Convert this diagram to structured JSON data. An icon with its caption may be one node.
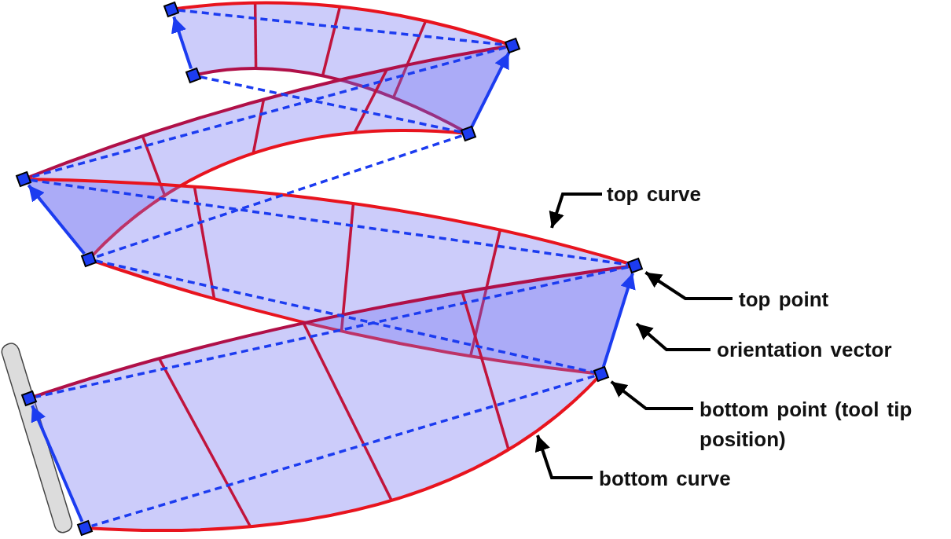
{
  "diagram": {
    "nodes": [
      {
        "text": [
          "top curve"
        ]
      },
      {
        "text": [
          "top point"
        ]
      },
      {
        "text": [
          "orientation vector"
        ]
      },
      {
        "text": [
          "bottom point (tool tip position)"
        ]
      },
      {
        "text": [
          "bottom curve"
        ]
      },
      {
        "text": [],
        "shape": "box"
      },
      {
        "text": [],
        "shape": "box"
      },
      {
        "text": [],
        "shape": "box"
      },
      {
        "text": [],
        "shape": "box"
      },
      {
        "text": [],
        "shape": "box"
      },
      {
        "text": [],
        "shape": "box"
      },
      {
        "text": [],
        "shape": "box"
      },
      {
        "text": [],
        "shape": "box"
      },
      {
        "text": [],
        "shape": "box"
      },
      {
        "text": [],
        "shape": "box"
      }
    ],
    "edges": [
      {
        "from": 0,
        "to": null,
        "arrow": "to",
        "color": "#000000"
      },
      {
        "from": 1,
        "to": 11,
        "arrow": "to",
        "color": "#000000"
      },
      {
        "from": 2,
        "to": null,
        "arrow": "to",
        "color": "#000000"
      },
      {
        "from": 3,
        "to": 12,
        "arrow": "to",
        "color": "#000000"
      },
      {
        "from": 4,
        "to": null,
        "arrow": "to",
        "color": "#000000"
      },
      {
        "from": 7,
        "to": 5,
        "arrow": "to"
      },
      {
        "from": 8,
        "to": 6,
        "arrow": "to"
      },
      {
        "from": 10,
        "to": 9,
        "arrow": "to"
      },
      {
        "from": 12,
        "to": 11,
        "arrow": "to"
      },
      {
        "from": 14,
        "to": 13,
        "arrow": "to"
      },
      {
        "from": 5,
        "to": 6,
        "arrow": "none",
        "style": "dashed"
      },
      {
        "from": 6,
        "to": 9,
        "arrow": "none",
        "style": "dashed"
      },
      {
        "from": 9,
        "to": 11,
        "arrow": "none",
        "style": "dashed"
      },
      {
        "from": 11,
        "to": 13,
        "arrow": "none",
        "style": "dashed"
      },
      {
        "from": 7,
        "to": 8,
        "arrow": "none",
        "style": "dashed"
      },
      {
        "from": 8,
        "to": 10,
        "arrow": "none",
        "style": "dashed"
      },
      {
        "from": 10,
        "to": 12,
        "arrow": "none",
        "style": "dashed"
      },
      {
        "from": 12,
        "to": 14,
        "arrow": "none",
        "style": "dashed"
      }
    ]
  }
}
